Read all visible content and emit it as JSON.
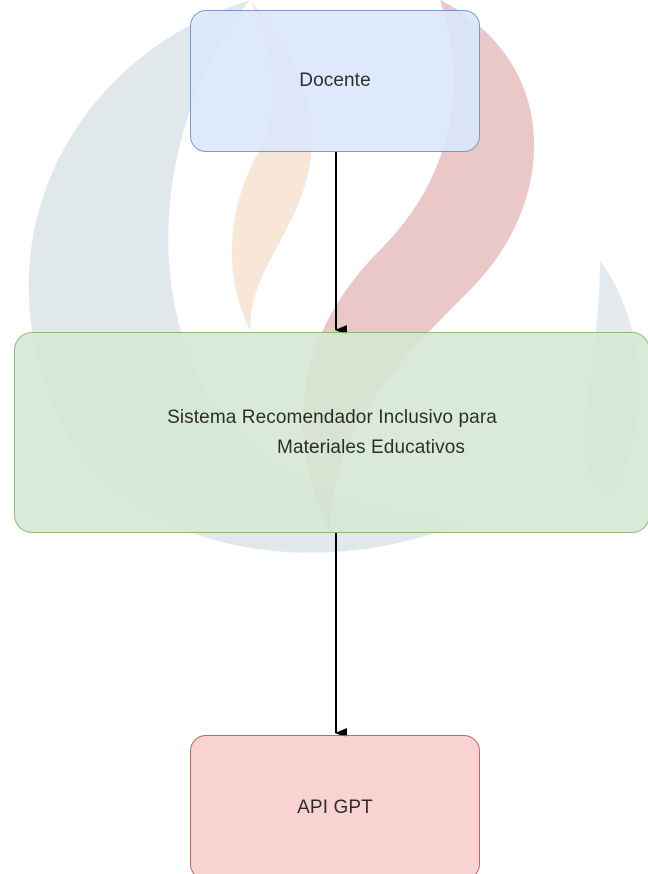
{
  "diagram": {
    "watermark": {
      "colors": [
        "#c9d5dc",
        "#d99a9a",
        "#f0c7a6"
      ]
    },
    "nodes": {
      "docente": {
        "label": "Docente",
        "fill": "#dae8fc",
        "stroke": "#6c8ebf"
      },
      "sistema": {
        "line1": "Sistema Recomendador Inclusivo para",
        "line2": "Materiales Educativos",
        "fill": "#d5e8d4",
        "stroke": "#82b366"
      },
      "api": {
        "label": "API GPT",
        "fill": "#f8cecc",
        "stroke": "#b85450"
      }
    },
    "edges": [
      {
        "from": "docente",
        "to": "sistema"
      },
      {
        "from": "sistema",
        "to": "api"
      }
    ],
    "edge_color": "#000000"
  }
}
